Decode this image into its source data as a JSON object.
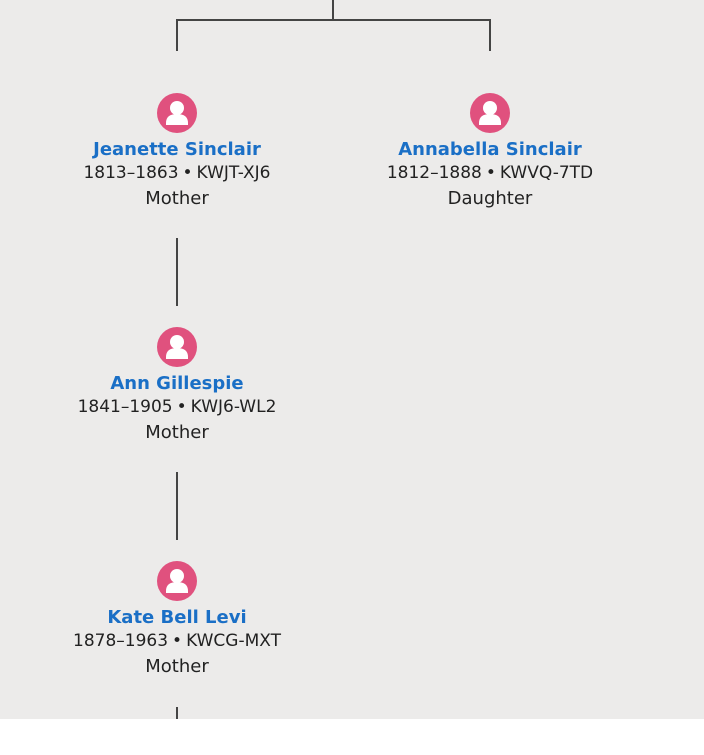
{
  "colors": {
    "background": "#ecebea",
    "female_avatar": "#e0517e",
    "name_link": "#1a6fc6",
    "connector": "#444444"
  },
  "people": [
    {
      "name": "Jeanette Sinclair",
      "years": "1813–1863",
      "separator": "•",
      "id": "KWJT-XJ6",
      "relationship": "Mother",
      "icon": "female-person-icon"
    },
    {
      "name": "Annabella Sinclair",
      "years": "1812–1888",
      "separator": "•",
      "id": "KWVQ-7TD",
      "relationship": "Daughter",
      "icon": "female-person-icon"
    },
    {
      "name": "Ann Gillespie",
      "years": "1841–1905",
      "separator": "•",
      "id": "KWJ6-WL2",
      "relationship": "Mother",
      "icon": "female-person-icon"
    },
    {
      "name": "Kate Bell Levi",
      "years": "1878–1963",
      "separator": "•",
      "id": "KWCG-MXT",
      "relationship": "Mother",
      "icon": "female-person-icon"
    }
  ]
}
